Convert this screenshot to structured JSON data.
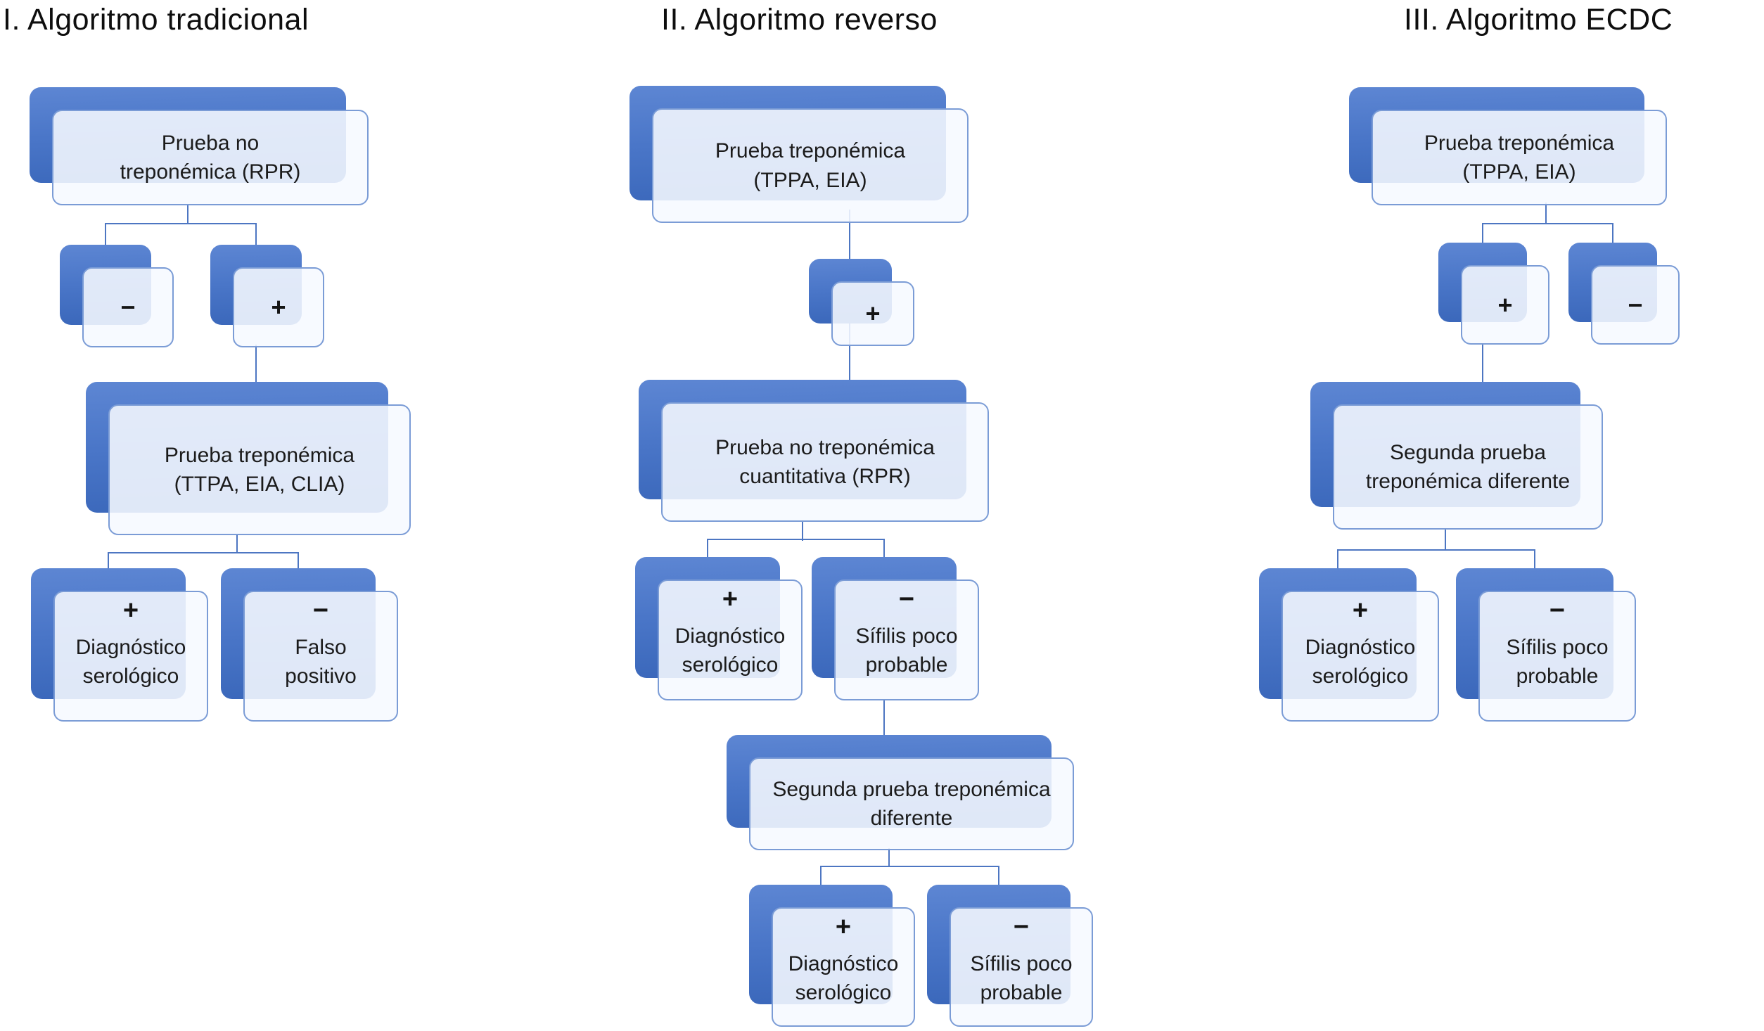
{
  "colors": {
    "plate_blue_top": "#5d86d3",
    "plate_blue_bottom": "#3a67ba",
    "face_border": "#7b9cd6",
    "face_fill": "#edf0f9",
    "connector": "#4d76c2",
    "text": "#1b1b1b"
  },
  "algorithms": [
    {
      "title": "I. Algoritmo tradicional",
      "nodes": {
        "test1": {
          "label": "Prueba no\ntreponémica (RPR)"
        },
        "neg": {
          "sign": "−"
        },
        "pos": {
          "sign": "+"
        },
        "test2": {
          "label": "Prueba treponémica\n(TTPA, EIA, CLIA)"
        },
        "diag": {
          "sign": "+",
          "label": "Diagnóstico\nserológico"
        },
        "falso": {
          "sign": "−",
          "label": "Falso\npositivo"
        }
      }
    },
    {
      "title": "II. Algoritmo reverso",
      "nodes": {
        "test1": {
          "label": "Prueba treponémica\n(TPPA, EIA)"
        },
        "pos": {
          "sign": "+"
        },
        "test2": {
          "label": "Prueba no treponémica\ncuantitativa (RPR)"
        },
        "diag": {
          "sign": "+",
          "label": "Diagnóstico\nserológico"
        },
        "poco": {
          "sign": "−",
          "label": "Sífilis poco\nprobable"
        },
        "test3": {
          "label": "Segunda prueba treponémica\ndiferente"
        },
        "diag2": {
          "sign": "+",
          "label": "Diagnóstico\nserológico"
        },
        "poco2": {
          "sign": "−",
          "label": "Sífilis poco\nprobable"
        }
      }
    },
    {
      "title": "III. Algoritmo ECDC",
      "nodes": {
        "test1": {
          "label": "Prueba treponémica\n(TPPA, EIA)"
        },
        "pos": {
          "sign": "+"
        },
        "neg": {
          "sign": "−"
        },
        "test2": {
          "label": "Segunda prueba\ntreponémica diferente"
        },
        "diag": {
          "sign": "+",
          "label": "Diagnóstico\nserológico"
        },
        "poco": {
          "sign": "−",
          "label": "Sífilis poco\nprobable"
        }
      }
    }
  ]
}
